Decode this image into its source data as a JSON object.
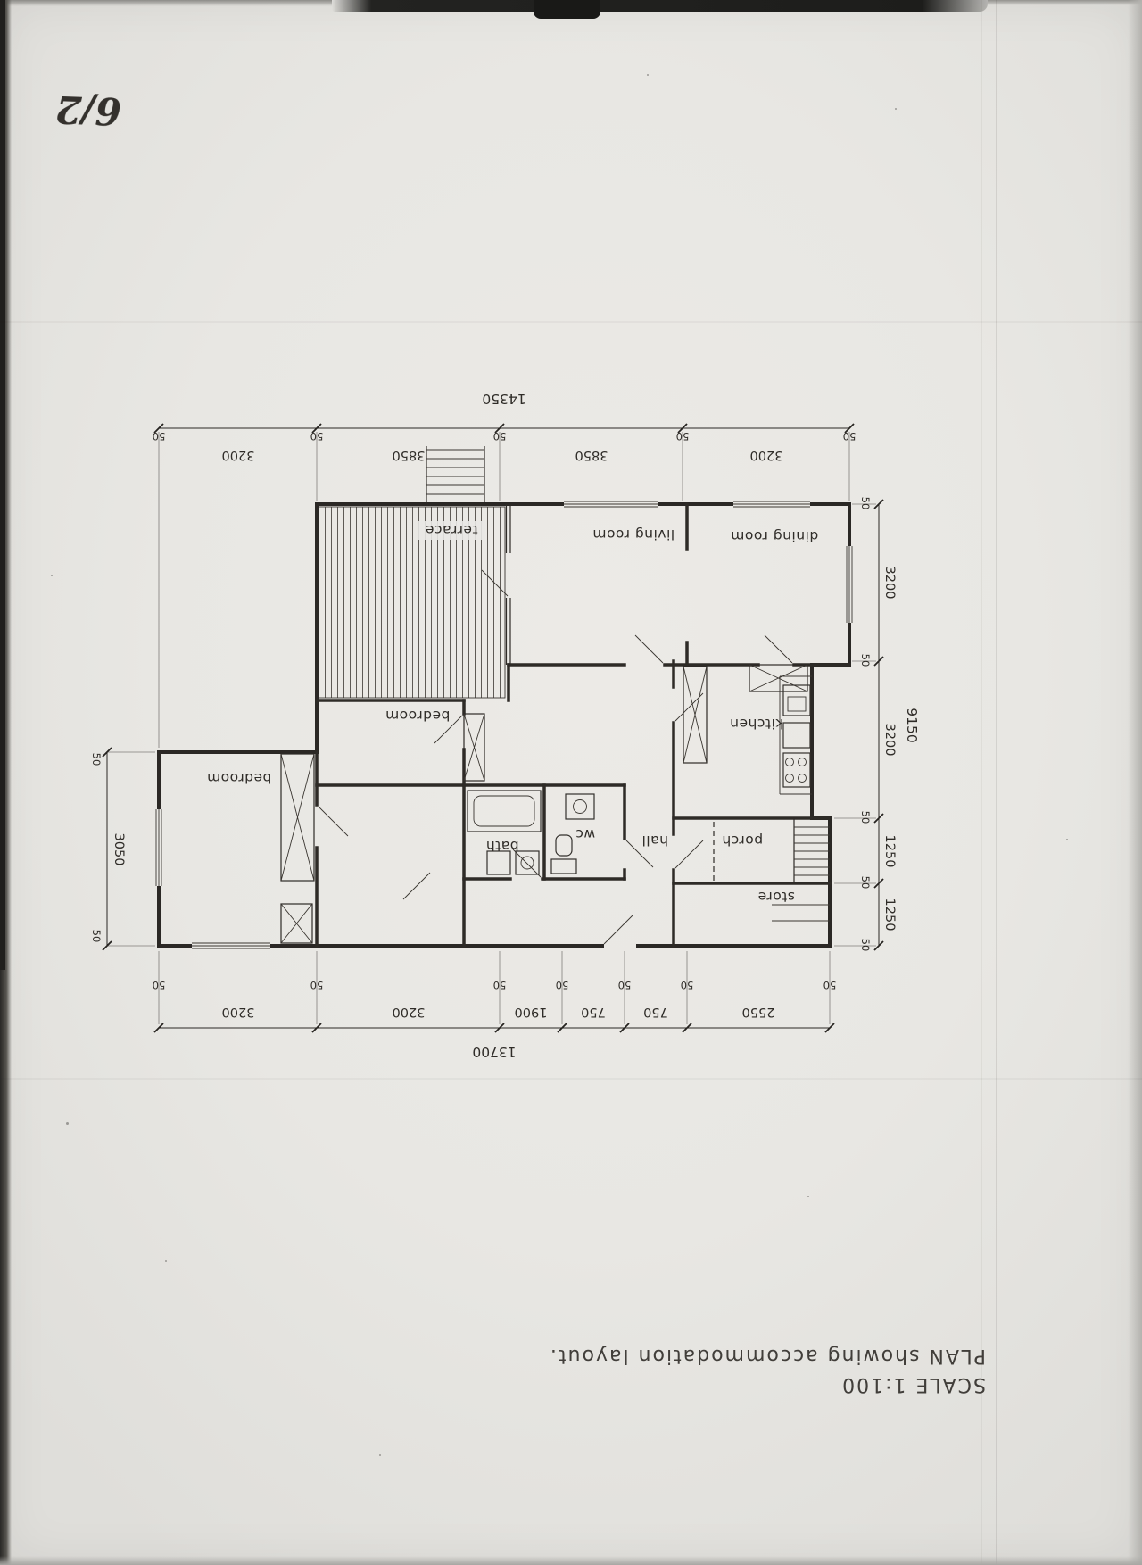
{
  "page": {
    "number": "6/2"
  },
  "title_block": {
    "scale_line": "SCALE 1:100",
    "plan_line": "PLAN showing accommodation layout."
  },
  "rooms": {
    "store": "store",
    "porch": "porch",
    "hall": "hall",
    "wc": "wc",
    "bath": "bath",
    "kitchen": "kitchen",
    "bedroom_rear": "bedroom",
    "bedroom_front": "bedroom",
    "dining_room": "dining room",
    "living_room": "living room",
    "terrace": "terrace"
  },
  "dimensions": {
    "wall_thickness": "50",
    "top": {
      "total": "13700",
      "segments": [
        "2550",
        "750",
        "750",
        "1900",
        "3200",
        "3200"
      ]
    },
    "bottom": {
      "total": "14350",
      "segments": [
        "3200",
        "3850",
        "3850",
        "3200"
      ]
    },
    "left": {
      "total": "9150",
      "segments": [
        "1250",
        "1250",
        "3200",
        "3200"
      ]
    },
    "right": {
      "segment": "3050"
    }
  },
  "colors": {
    "ink": "#2b2825",
    "paper": "#e9e8e4"
  }
}
